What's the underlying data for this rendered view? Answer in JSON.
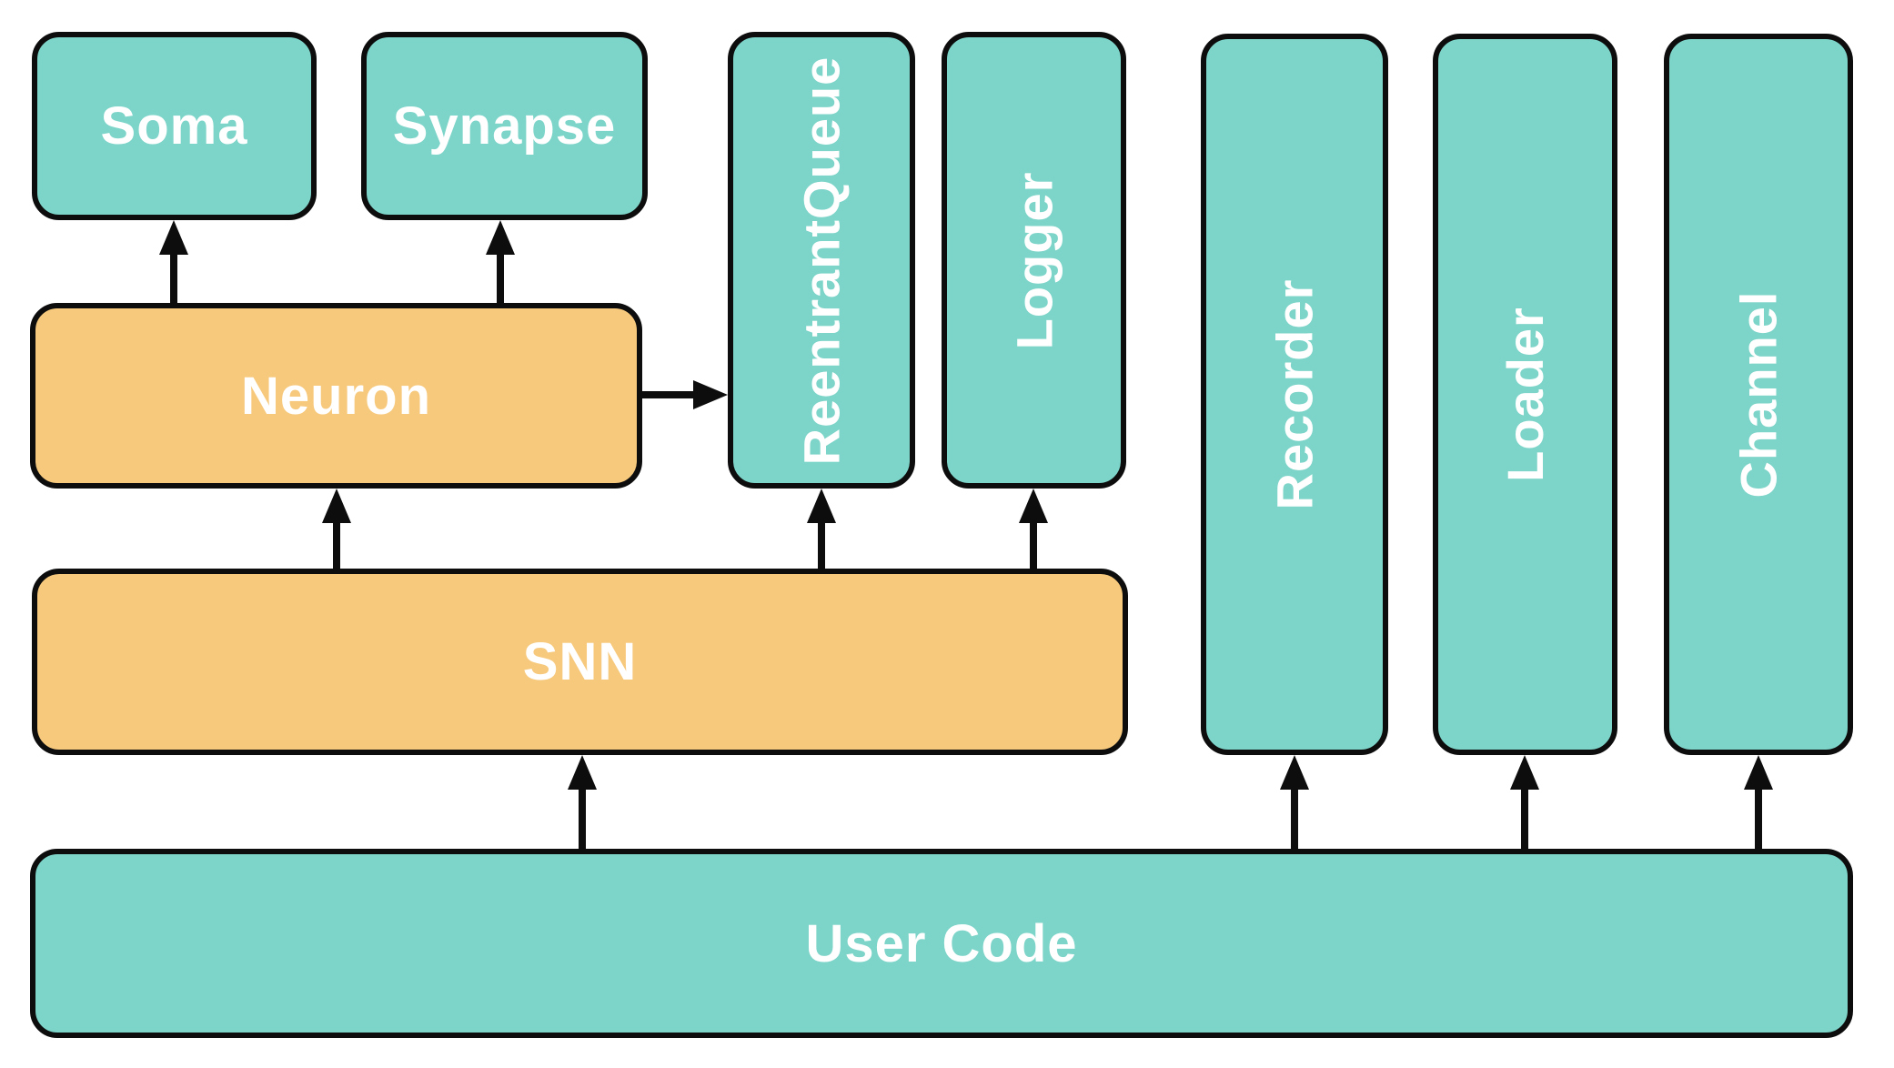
{
  "diagram": {
    "colors": {
      "teal_fill": "#7dd4c9",
      "orange_fill": "#f7c97d",
      "border": "#0d0d0d",
      "label_text": "#ffffff",
      "background": "#ffffff",
      "arrow": "#0d0d0d"
    },
    "nodes": {
      "soma": {
        "label": "Soma",
        "fill": "teal",
        "orientation": "horizontal"
      },
      "synapse": {
        "label": "Synapse",
        "fill": "teal",
        "orientation": "horizontal"
      },
      "rqueue": {
        "label": "ReentrantQueue",
        "fill": "teal",
        "orientation": "vertical"
      },
      "logger": {
        "label": "Logger",
        "fill": "teal",
        "orientation": "vertical"
      },
      "recorder": {
        "label": "Recorder",
        "fill": "teal",
        "orientation": "vertical"
      },
      "loader": {
        "label": "Loader",
        "fill": "teal",
        "orientation": "vertical"
      },
      "channel": {
        "label": "Channel",
        "fill": "teal",
        "orientation": "vertical"
      },
      "neuron": {
        "label": "Neuron",
        "fill": "orange",
        "orientation": "horizontal"
      },
      "snn": {
        "label": "SNN",
        "fill": "orange",
        "orientation": "horizontal"
      },
      "user_code": {
        "label": "User Code",
        "fill": "teal",
        "orientation": "horizontal"
      }
    },
    "edges": [
      {
        "from": "Neuron",
        "to": "Soma",
        "direction": "up"
      },
      {
        "from": "Neuron",
        "to": "Synapse",
        "direction": "up"
      },
      {
        "from": "Neuron",
        "to": "ReentrantQueue",
        "direction": "right"
      },
      {
        "from": "SNN",
        "to": "Neuron",
        "direction": "up"
      },
      {
        "from": "SNN",
        "to": "ReentrantQueue",
        "direction": "up"
      },
      {
        "from": "SNN",
        "to": "Logger",
        "direction": "up"
      },
      {
        "from": "User Code",
        "to": "SNN",
        "direction": "up"
      },
      {
        "from": "User Code",
        "to": "Recorder",
        "direction": "up"
      },
      {
        "from": "User Code",
        "to": "Loader",
        "direction": "up"
      },
      {
        "from": "User Code",
        "to": "Channel",
        "direction": "up"
      }
    ]
  }
}
